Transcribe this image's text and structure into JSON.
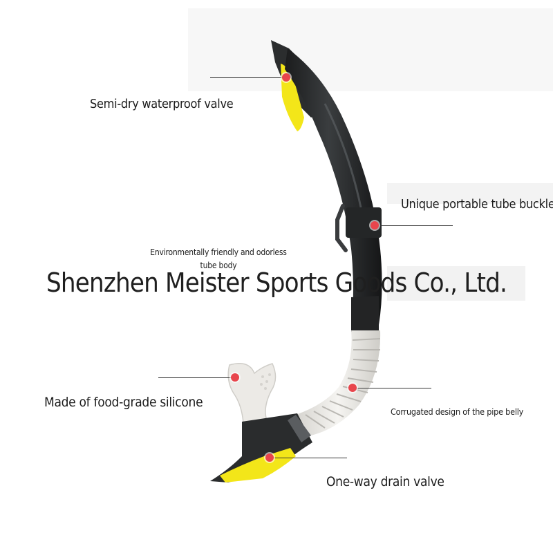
{
  "watermark": "Shenzhen Meister Sports Goods Co., Ltd.",
  "labels": {
    "semi_dry_valve": "Semi-dry waterproof valve",
    "tube_buckle": "Unique portable tube buckle",
    "tube_body_line1": "Environmentally friendly and odorless",
    "tube_body_line2": "tube body",
    "silicone": "Made of food-grade silicone",
    "corrugated": "Corrugated design of the pipe belly",
    "drain_valve": "One-way drain valve"
  },
  "colors": {
    "tube_black": "#2a2c2d",
    "accent_yellow": "#f3e619",
    "callout_dot": "#e8454c",
    "silicone_white": "#eceae6"
  }
}
